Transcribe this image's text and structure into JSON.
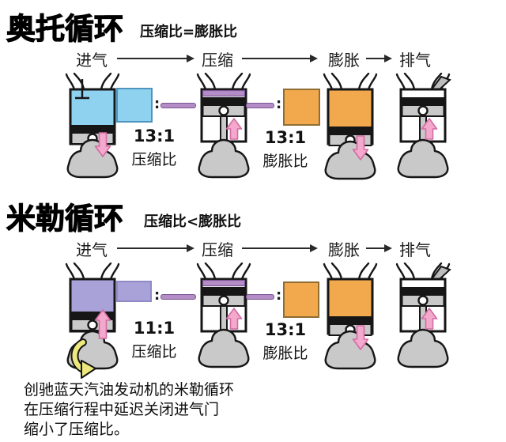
{
  "symbols": {
    "colon": ":"
  },
  "colors": {
    "intake_gas_blue": "#8FD2F0",
    "intake_gas_blue_border": "#4E94BE",
    "compressed_gas_purple": "#B48CC6",
    "compressed_gas_purple_border": "#7A5694",
    "miller_intake_gas_lavender": "#A8A2D9",
    "miller_intake_gas_lavender_border": "#8F89C6",
    "expansion_gas_orange": "#F2A94E",
    "expansion_gas_orange_border": "#8F6D33",
    "piston_arrow_pink": "#F4A8CB",
    "piston_arrow_pink_border": "#D06CA4",
    "crank_arrow_yellow": "#EFE97D",
    "metal_gray": "#C9C9C9",
    "exhaust_gray": "#BDBDBD",
    "outline_black": "#161616"
  },
  "otto": {
    "title": "奥托循环",
    "subtitle": "压缩比=膨胀比",
    "stage_labels": [
      "进气",
      "压缩",
      "膨胀",
      "排气"
    ],
    "compression_ratio": {
      "value": "13:1",
      "label": "压缩比"
    },
    "expansion_ratio": {
      "value": "13:1",
      "label": "膨胀比"
    }
  },
  "miller": {
    "title": "米勒循环",
    "subtitle": "压缩比<膨胀比",
    "stage_labels": [
      "进气",
      "压缩",
      "膨胀",
      "排气"
    ],
    "compression_ratio": {
      "value": "11:1",
      "label": "压缩比"
    },
    "expansion_ratio": {
      "value": "13:1",
      "label": "膨胀比"
    }
  },
  "caption": {
    "lines": [
      "创驰蓝天汽油发动机的米勒循环",
      "在压缩行程中延迟关闭进气门",
      "缩小了压缩比。"
    ]
  }
}
